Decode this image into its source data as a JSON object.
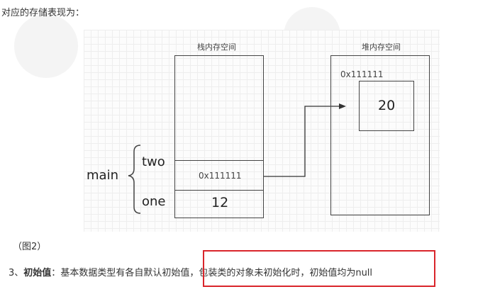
{
  "intro_text": "对应的存储表现为：",
  "diagram": {
    "stack_title": "栈内存空间",
    "heap_title": "堆内存空间",
    "frame_label": "main",
    "vars": [
      {
        "name": "two",
        "value": "0x111111"
      },
      {
        "name": "one",
        "value": "12"
      }
    ],
    "heap_address": "0x111111",
    "heap_value": "20"
  },
  "caption": "（图2）",
  "point": {
    "number": "3、",
    "term": "初始值",
    "colon": "：",
    "text_before": "基本数据类型有各自默认初始值，",
    "text_highlight": "包装类的对象未初始化时，初始值均为null"
  },
  "colors": {
    "highlight_border": "#d9252b"
  }
}
